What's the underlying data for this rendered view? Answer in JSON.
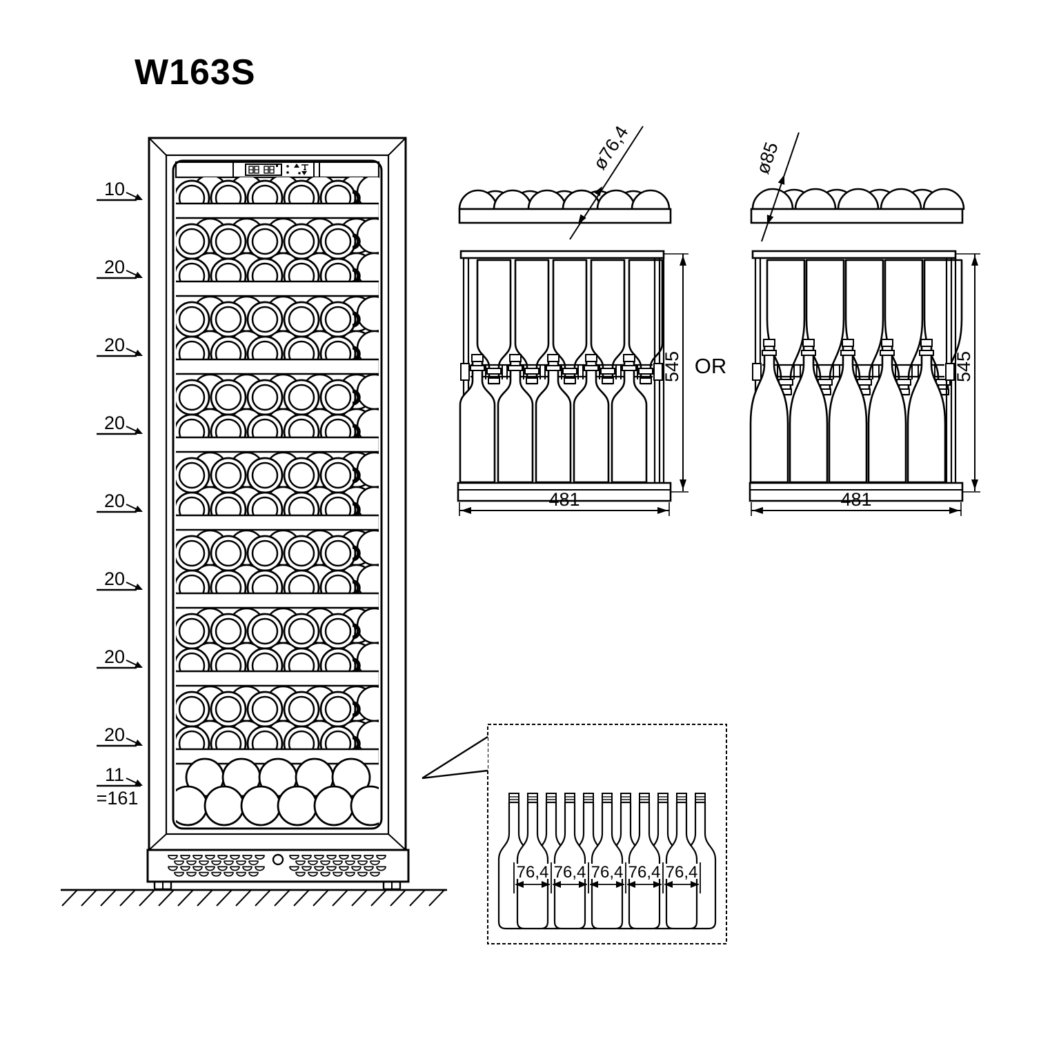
{
  "title": "W163S",
  "fridge": {
    "shelf_labels": [
      "10",
      "20",
      "20",
      "20",
      "20",
      "20",
      "20",
      "20",
      "11"
    ],
    "total_label": "=161"
  },
  "racks": [
    {
      "diameter": "ø76,4",
      "height": "545",
      "width": "481"
    },
    {
      "diameter": "ø85",
      "height": "545",
      "width": "481"
    }
  ],
  "or_label": "OR",
  "detail": {
    "spacing_labels": [
      "76,4",
      "76,4",
      "76,4",
      "76,4",
      "76,4"
    ]
  },
  "colors": {
    "line": "#000000",
    "background": "#ffffff"
  }
}
